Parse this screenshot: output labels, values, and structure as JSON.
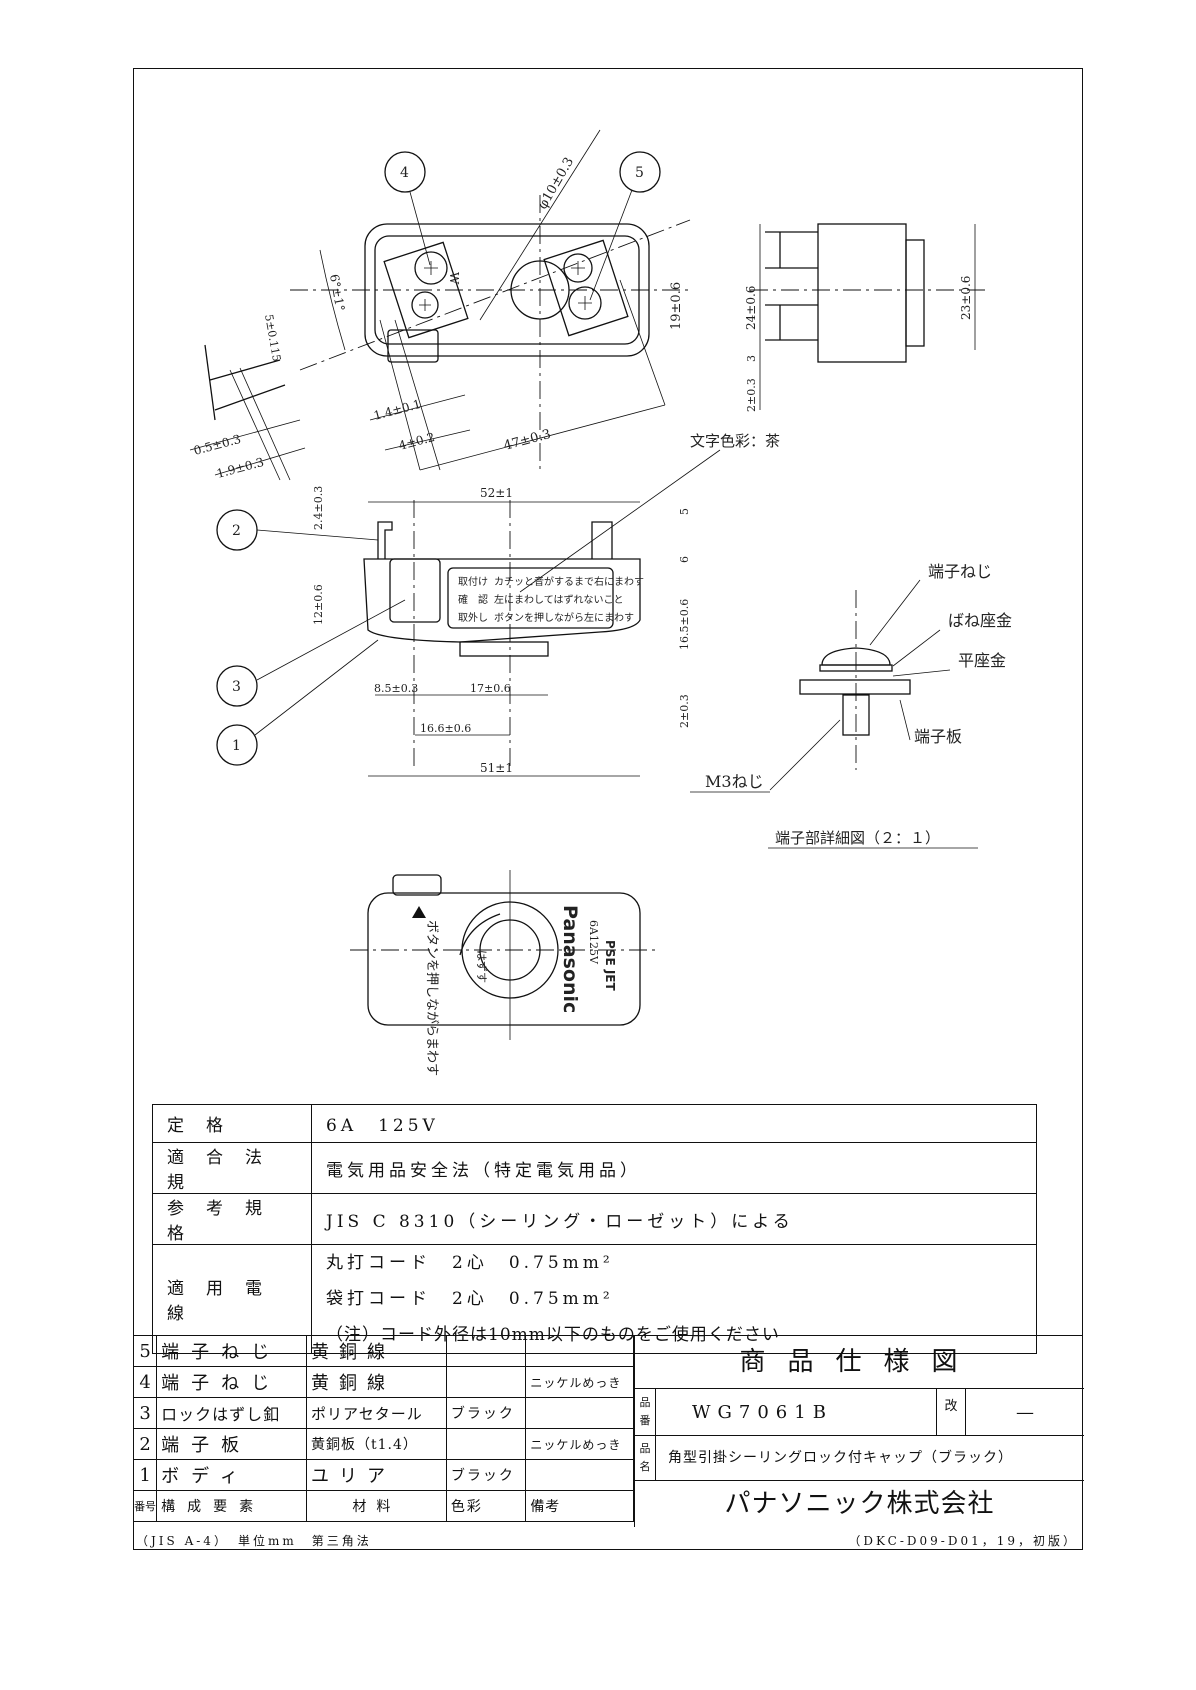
{
  "drawing": {
    "balloons": [
      "1",
      "2",
      "3",
      "4",
      "5"
    ],
    "top_view": {
      "dims": [
        "φ10±0.3",
        "19±0.6",
        "1.4±0.1",
        "4±0.2",
        "47±0.3",
        "6°±1°",
        "0.5±0.3",
        "1.9±0.3",
        "5±0.115"
      ],
      "mark": "W"
    },
    "right_view": {
      "dims": [
        "24±0.6",
        "23±0.6",
        "3",
        "2±0.3"
      ]
    },
    "front_view": {
      "dims": [
        "52±1",
        "2.4±0.3",
        "12±0.6",
        "5",
        "6",
        "16.5±0.6",
        "2±0.3",
        "8.5±0.3",
        "17±0.6",
        "16.6±0.6",
        "51±1"
      ],
      "color_note": "文字色彩：茶",
      "label_rows": [
        {
          "tag": "取付け",
          "text": "カチッと音がするまで右にまわす"
        },
        {
          "tag": "確　認",
          "text": "左にまわしてはずれないこと"
        },
        {
          "tag": "取外し",
          "text": "ボタンを押しながら左にまわす"
        }
      ]
    },
    "terminal_detail": {
      "labels": [
        "端子ねじ",
        "ばね座金",
        "平座金",
        "端子板",
        "M3ねじ"
      ],
      "title": "端子部詳細図（２：１）"
    },
    "bottom_view": {
      "brand": "Panasonic",
      "rating_mark": "6A125V",
      "pse": "PSE JET",
      "instruction": "ボタンを押しながらまわす",
      "push": "はずす"
    }
  },
  "spec_table": [
    {
      "label": "定格",
      "lines": [
        "6A　125V"
      ]
    },
    {
      "label": "適合法規",
      "lines": [
        "電気用品安全法（特定電気用品）"
      ]
    },
    {
      "label": "参考規格",
      "lines": [
        "JIS C 8310（シーリング・ローゼット）による"
      ]
    },
    {
      "label": "適用電線",
      "lines": [
        "丸打コード　2心　0.75mm²",
        "袋打コード　2心　0.75mm²",
        "（注）コード外径は10mm以下のものをご使用ください"
      ]
    }
  ],
  "parts_table": {
    "rows": [
      {
        "no": "5",
        "component": "端子ねじ",
        "material": "黄銅線",
        "color": "",
        "remarks": ""
      },
      {
        "no": "4",
        "component": "端子ねじ",
        "material": "黄銅線",
        "color": "",
        "remarks": "ニッケルめっき"
      },
      {
        "no": "3",
        "component": "ロックはずし釦",
        "material": "ポリアセタール",
        "color": "ブラック",
        "remarks": ""
      },
      {
        "no": "2",
        "component": "端子板",
        "material": "黄銅板（t1.4）",
        "color": "",
        "remarks": "ニッケルめっき"
      },
      {
        "no": "1",
        "component": "ボディ",
        "material": "ユリア",
        "color": "ブラック",
        "remarks": ""
      }
    ],
    "header": {
      "no": "番号",
      "component": "構成要素",
      "material": "材料",
      "color": "色彩",
      "remarks": "備考"
    }
  },
  "title_block": {
    "title": "商品仕様図",
    "part_no_label": "品番",
    "part_no": "WG7061B",
    "rev_label": "改",
    "rev": "—",
    "name_label": "品名",
    "name": "角型引掛シーリングロック付キャップ（ブラック）",
    "company": "パナソニック株式会社"
  },
  "footer": {
    "left": "（JIS A-4）　単位mm　第三角法",
    "right": "（DKC-D09-D01，19，初版）"
  }
}
